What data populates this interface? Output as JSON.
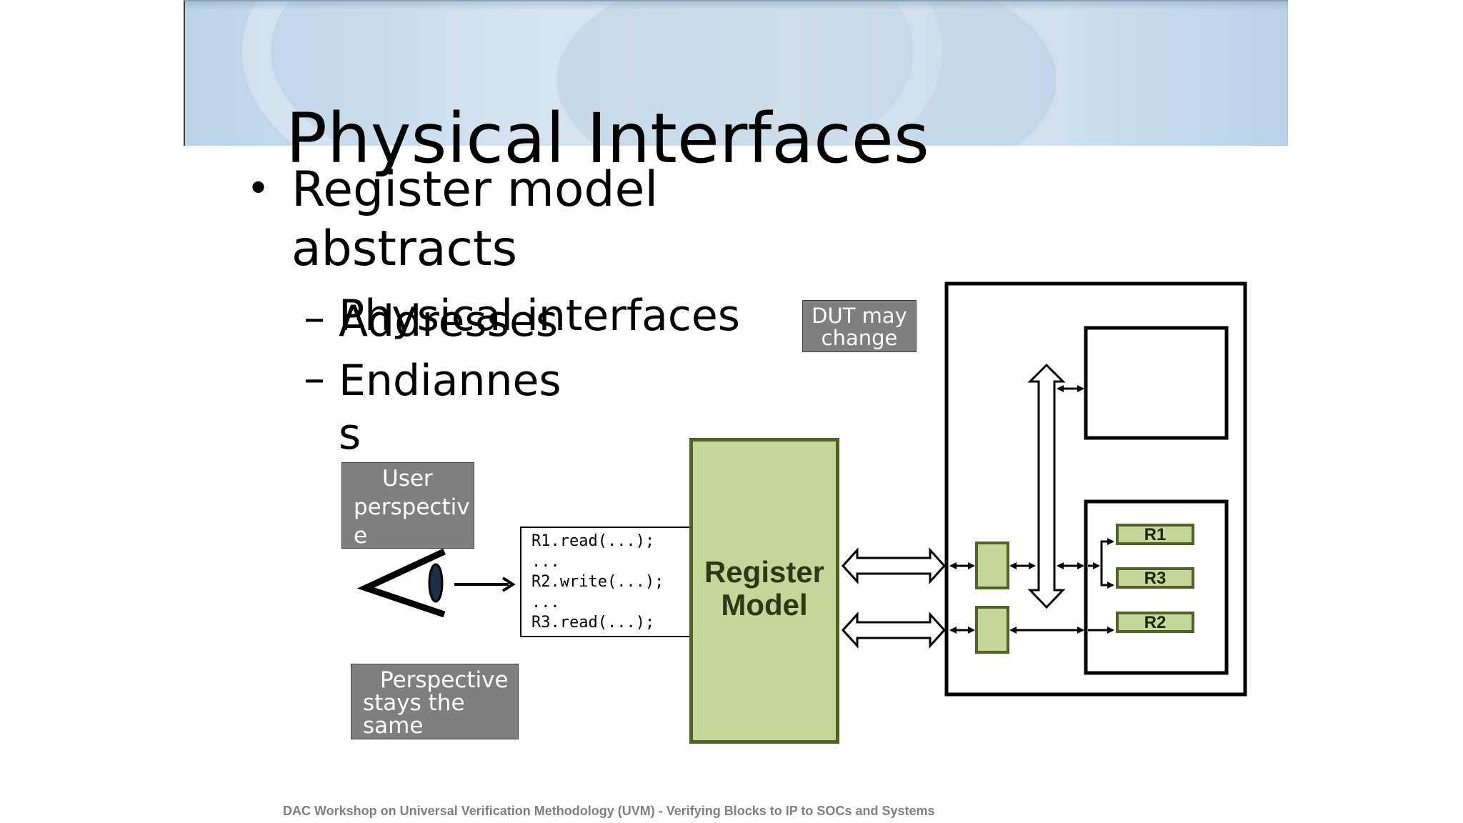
{
  "slide": {
    "title": "Physical Interfaces",
    "bullet": {
      "symbol": "•",
      "line1": "Register model",
      "line2": "abstracts",
      "dash_symbol": "–",
      "sub1": "Physical interfaces",
      "sub1_overlap": "Addresses",
      "sub2_line1": "Endiannes",
      "sub2_line2": "s"
    },
    "dut_label_line1": "DUT may",
    "dut_label_line2": "change",
    "user_label_line1": "User",
    "user_label_line2": "perspectiv",
    "user_label_line3": "e",
    "perspective_line1": "Perspective",
    "perspective_line2": "stays the",
    "perspective_line3": "same",
    "code_lines": [
      "R1.read(...);",
      "...",
      "R2.write(...);",
      "...",
      "R3.read(...);"
    ],
    "register_model_line1": "Register",
    "register_model_line2": "Model",
    "registers": {
      "r1": "R1",
      "r3": "R3",
      "r2": "R2"
    },
    "footer": "DAC Workshop on Universal Verification Methodology (UVM) - Verifying Blocks to IP to SOCs and Systems"
  },
  "colors": {
    "register_fill": "#c4d79b",
    "register_border": "#4f6228",
    "label_box_fill": "#7f7f7f",
    "banner": "#d4e3f0"
  },
  "icons": [
    "eye-icon",
    "right-arrow-icon",
    "double-arrow-icon"
  ]
}
